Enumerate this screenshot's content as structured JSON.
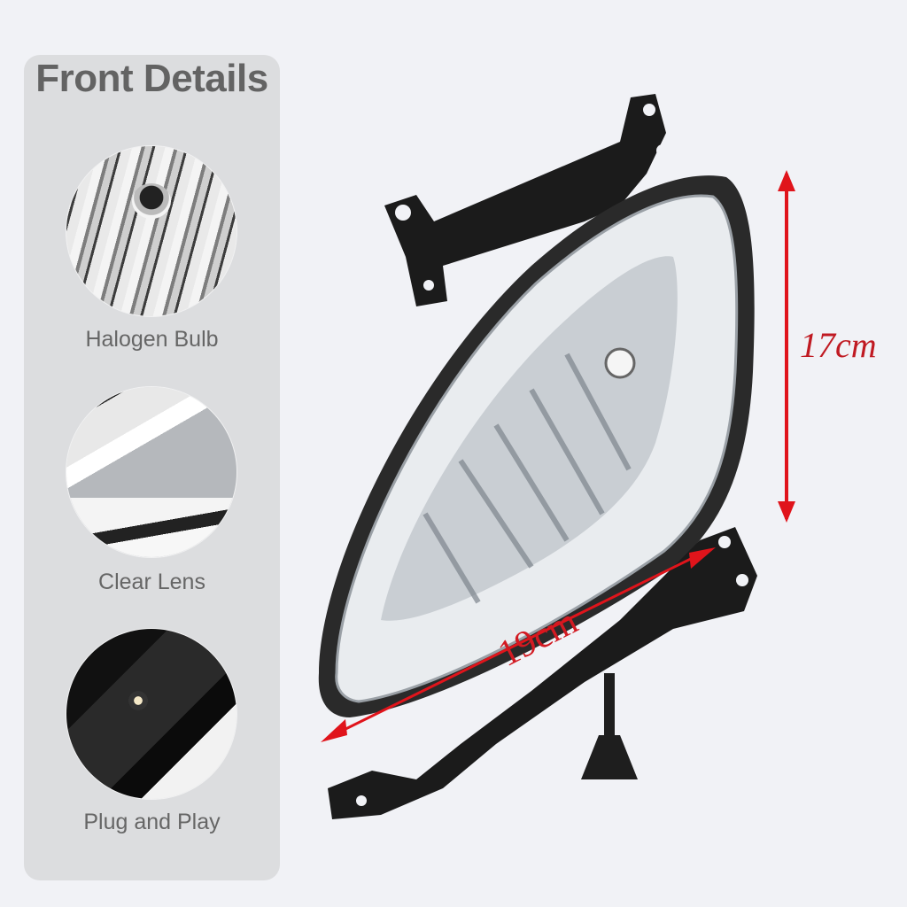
{
  "panel": {
    "title": "Front Details",
    "features": [
      {
        "label": "Halogen Bulb",
        "image": "halogen-bulb-closeup"
      },
      {
        "label": "Clear Lens",
        "image": "clear-lens-closeup"
      },
      {
        "label": "Plug and Play",
        "image": "plug-connector-closeup"
      }
    ]
  },
  "product": {
    "name": "fog-lamp-assembly",
    "dimensions": {
      "height": "17cm",
      "width": "19cm"
    },
    "colors": {
      "dimension_arrow": "#e0141b",
      "dimension_text": "#c01a22",
      "bracket": "#1a1a1a",
      "panel_bg": "#dcdddf",
      "page_bg": "#f1f2f6",
      "title_text": "#636363"
    }
  }
}
